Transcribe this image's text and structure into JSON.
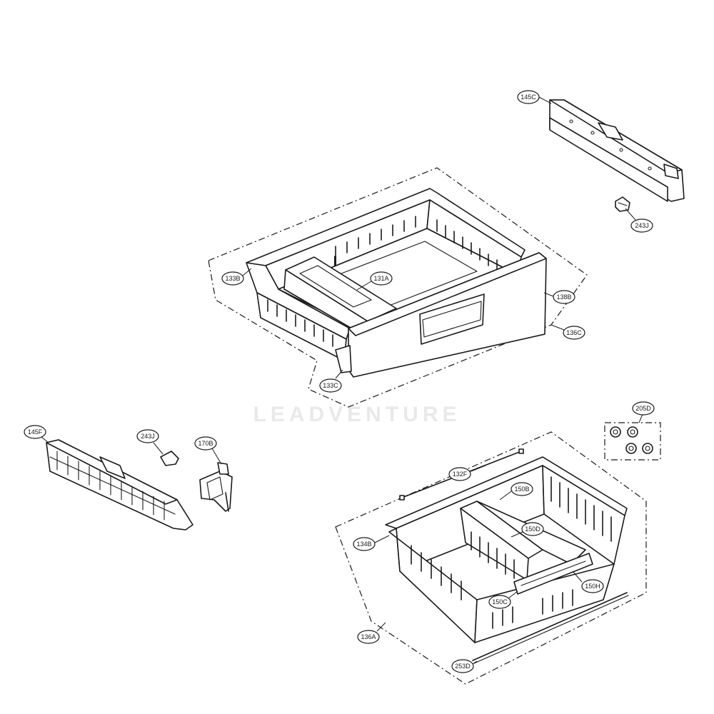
{
  "watermark": "LEADVENTURE",
  "callouts": {
    "c145C": "145C",
    "c243J_right": "243J",
    "c133B": "133B",
    "c131A": "131A",
    "c138B": "138B",
    "c136C": "136C",
    "c133C": "133C",
    "c205D": "205D",
    "c145F": "145F",
    "c243J_left": "243J",
    "c170B": "170B",
    "c132F": "132F",
    "c150B": "150B",
    "c150D": "150D",
    "c134B": "134B",
    "c150H": "150H",
    "c150C": "150C",
    "c136A": "136A",
    "c253D": "253D"
  }
}
